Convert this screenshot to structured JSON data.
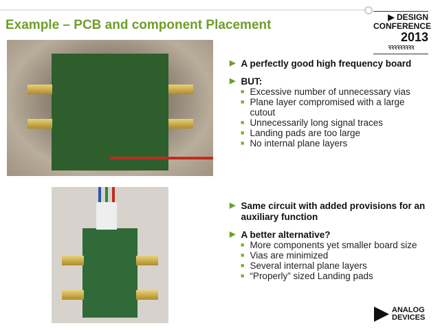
{
  "title": "Example – PCB and component Placement",
  "logo": {
    "line1": "▶ DESIGN",
    "line2": "CONFERENCE",
    "line3": "2013",
    "line4": "ꝚꝚꝚꝚꝚꝚꝚꝚꝚ"
  },
  "section1": {
    "bullet1": "A perfectly good high frequency board",
    "bullet2": "BUT:",
    "sub": [
      "Excessive number of unnecessary vias",
      "Plane layer compromised with a large cutout",
      "Unnecessarily long signal traces",
      "Landing pads are too large",
      "No internal plane layers"
    ]
  },
  "section2": {
    "bullet1": "Same circuit with added provisions for an auxiliary function",
    "bullet2": "A better alternative?",
    "sub": [
      "More components yet smaller board size",
      "Vias are minimized",
      "Several internal plane layers",
      "“Properly” sized Landing pads"
    ]
  },
  "footer_logo": {
    "line1": "ANALOG",
    "line2": "DEVICES"
  },
  "colors": {
    "accent": "#6f9e2a"
  }
}
